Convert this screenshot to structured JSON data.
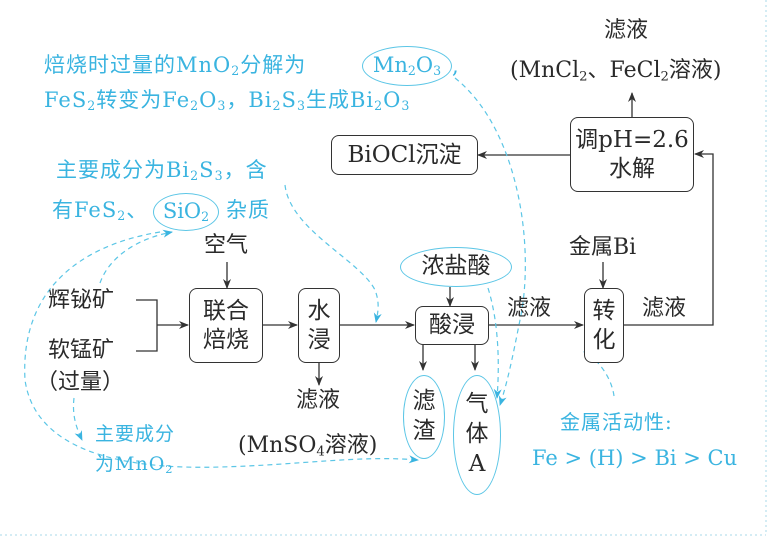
{
  "annotations": {
    "roast_note_line1_a": "焙烧时过量的MnO",
    "roast_note_line1_b": "分解为",
    "roast_note_mn2o3_a": "Mn",
    "roast_note_mn2o3_b": "O",
    "roast_note_line2_a": "FeS",
    "roast_note_line2_b": "转变为Fe",
    "roast_note_line2_c": "O",
    "roast_note_line2_d": "，Bi",
    "roast_note_line2_e": "S",
    "roast_note_line2_f": "生成Bi",
    "roast_note_line2_g": "O",
    "ore_note_line1_a": "主要成分为Bi",
    "ore_note_line1_b": "S",
    "ore_note_line1_c": "，含",
    "ore_note_line2_a": "有FeS",
    "ore_note_line2_b": "、",
    "ore_note_sio2_a": "SiO",
    "ore_note_line2_c": "杂质",
    "mn_note_line1": "主要成分",
    "mn_note_line2_a": "为MnO",
    "activity_title": "金属活动性:",
    "activity_series": "Fe > (H) > Bi > Cu",
    "sub2": "2",
    "sub3": "3",
    "sub4": "4"
  },
  "inputs": {
    "air": "空气",
    "ore1": "辉铋矿",
    "ore2": "软锰矿",
    "ore2_note": "（过量）",
    "hcl": "浓盐酸",
    "metal_bi": "金属Bi"
  },
  "steps": {
    "roast_line1": "联合",
    "roast_line2": "焙烧",
    "water_line1": "水",
    "water_line2": "浸",
    "acid": "酸浸",
    "convert_line1": "转",
    "convert_line2": "化",
    "hydro_line1": "调pH=2.6",
    "hydro_line2": "水解",
    "bioc": "BiOCl沉淀"
  },
  "outputs": {
    "filtrate_label": "滤液",
    "mnso4_a": "(MnSO",
    "mnso4_b": "溶液)",
    "residue_line1": "滤",
    "residue_line2": "渣",
    "gas_line1": "气",
    "gas_line2": "体",
    "gas_line3": "A",
    "acid_filtrate": "滤液",
    "convert_filtrate": "滤液",
    "top_filtrate": "滤液",
    "top_solution_a": "(MnCl",
    "top_solution_b": "、FeCl",
    "top_solution_c": "溶液)"
  },
  "colors": {
    "annotation": "#3ab4e0",
    "line": "#333333"
  }
}
